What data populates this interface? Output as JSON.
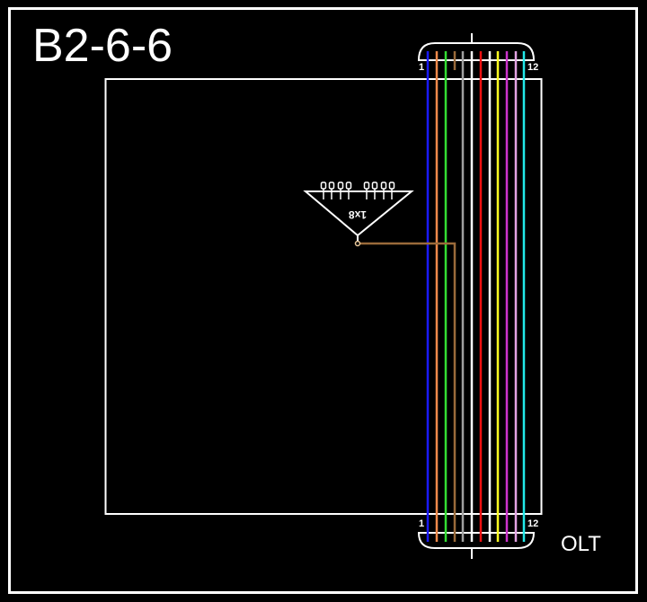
{
  "diagram": {
    "title": "B2-6-6",
    "olt_label": "OLT",
    "background": "#000000",
    "line_color": "#ffffff",
    "cable_top": {
      "port_start_label": "1",
      "port_end_label": "12"
    },
    "cable_bottom": {
      "port_start_label": "1",
      "port_end_label": "12"
    },
    "fibers": [
      {
        "index": 1,
        "color_name": "blue",
        "color": "#1a1aff"
      },
      {
        "index": 2,
        "color_name": "orange",
        "color": "#f08a4b"
      },
      {
        "index": 3,
        "color_name": "green",
        "color": "#33dd33"
      },
      {
        "index": 4,
        "color_name": "brown",
        "color": "#9a6a3a"
      },
      {
        "index": 5,
        "color_name": "gray",
        "color": "#a0a0a0"
      },
      {
        "index": 6,
        "color_name": "white",
        "color": "#ffffff"
      },
      {
        "index": 7,
        "color_name": "red",
        "color": "#ee1111"
      },
      {
        "index": 8,
        "color_name": "white",
        "color": "#ffffff"
      },
      {
        "index": 9,
        "color_name": "yellow",
        "color": "#ffff22"
      },
      {
        "index": 10,
        "color_name": "violet",
        "color": "#cc33cc"
      },
      {
        "index": 11,
        "color_name": "rose",
        "color": "#e3a3e3"
      },
      {
        "index": 12,
        "color_name": "aqua",
        "color": "#22e8e8"
      }
    ],
    "splitter": {
      "label": "1x8",
      "outputs": 8,
      "connected_fiber": 4,
      "connection_color": "#9a6a3a"
    }
  }
}
